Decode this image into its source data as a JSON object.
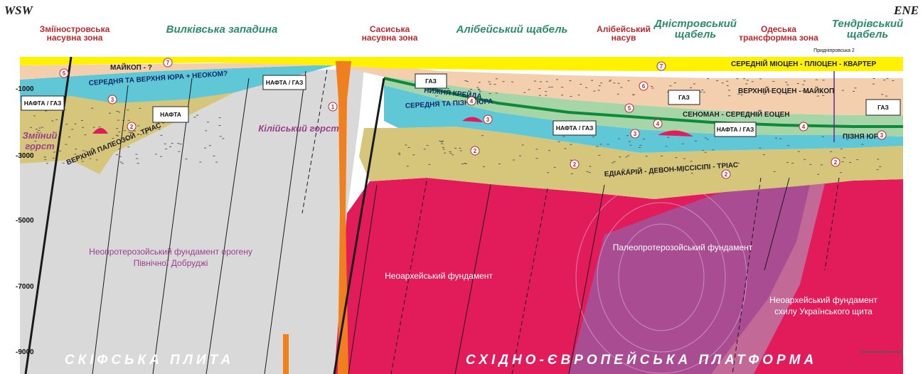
{
  "orientation": {
    "left": "WSW",
    "right": "ENE"
  },
  "zones": {
    "zmiinostrovska": [
      "Зміїностровська",
      "насувна зона"
    ],
    "vylkivska": "Вилківська западина",
    "sasykska": [
      "Сасиська",
      "насувна зона"
    ],
    "alibeiskyi_shchabel": "Алібейський щабель",
    "alibeiskyi_nasuv": [
      "Алібейський",
      "насув"
    ],
    "dnistrovskyi": [
      "Дністровський",
      "щабель"
    ],
    "odeska": [
      "Одеська",
      "трансформна зона"
    ],
    "tendrivskyi": [
      "Тендрівський",
      "щабель"
    ]
  },
  "well": "Придніпровська 2",
  "depth_axis": [
    "-1000",
    "-3000",
    "-5000",
    "-7000",
    "-9000"
  ],
  "units": {
    "maikop_q": "МАЙКОП - ?",
    "middle_upper_jura": "СЕРЕДНЯ ТА ВЕРХНЯ ЮРА + НЕОКОМ?",
    "upper_paleozoic": "ВЕРХНІЙ ПАЛЕОЗОЙ - ТРІАС",
    "middle_miocene": "СЕРЕДНІЙ МІОЦЕН - ПЛІОЦЕН - КВАРТЕР",
    "upper_eocene": "ВЕРХНІЙ ЕОЦЕН - МАЙКОП",
    "cenomanian": "СЕНОМАН - СЕРЕДНІЙ ЕОЦЕН",
    "middle_late_jura": "СЕРЕДНЯ ТА ПІЗНЯ ЮРА",
    "late_jura": "ПІЗНЯ ЮРА",
    "ediacaran": "ЕДІАКАРІЙ - ДЕВОН-МІССІСІПІ - ТРІАС",
    "lower_cretaceous": "НИЖНЯ КРЕЙДА"
  },
  "areas": {
    "zmiinyi": [
      "Зміїний",
      "горст"
    ],
    "kiliiskyi": "Кілійський горст"
  },
  "basements": {
    "neoproterozoic": [
      "Неопротерозойський фундамент орогену",
      "Північної Добруджі"
    ],
    "neoarchean": "Неоархейський фундамент",
    "paleoproterozoic": "Палеопротерозойський фундамент",
    "neoarchean_shield": [
      "Неоархейський фундамент",
      "схилу Українського щита"
    ]
  },
  "plates": {
    "scythian": "СКІФСЬКА ПЛИТА",
    "east_european": "СХІДНО-ЄВРОПЕЙСЬКА ПЛАТФОРМА"
  },
  "deposit_boxes": [
    "НАФТА / ГАЗ",
    "НАФТА",
    "НАФТА / ГАЗ",
    "ГАЗ",
    "ГАЗ",
    "НАФТА / ГАЗ",
    "НАФТА / ГАЗ",
    "ГАЗ"
  ],
  "colors": {
    "basement_grey": "#d9d9d9",
    "basement_magenta": "#e21b5a",
    "paleo_purple": "#a2539a",
    "ediacaran_khaki": "#d6c67c",
    "jura_cyan": "#5fc7d6",
    "upper_green": "#a6d5a8",
    "eocene_peach": "#f3cfae",
    "miocene_yellow": "#fff200",
    "fault_orange": "#f07f1e"
  }
}
